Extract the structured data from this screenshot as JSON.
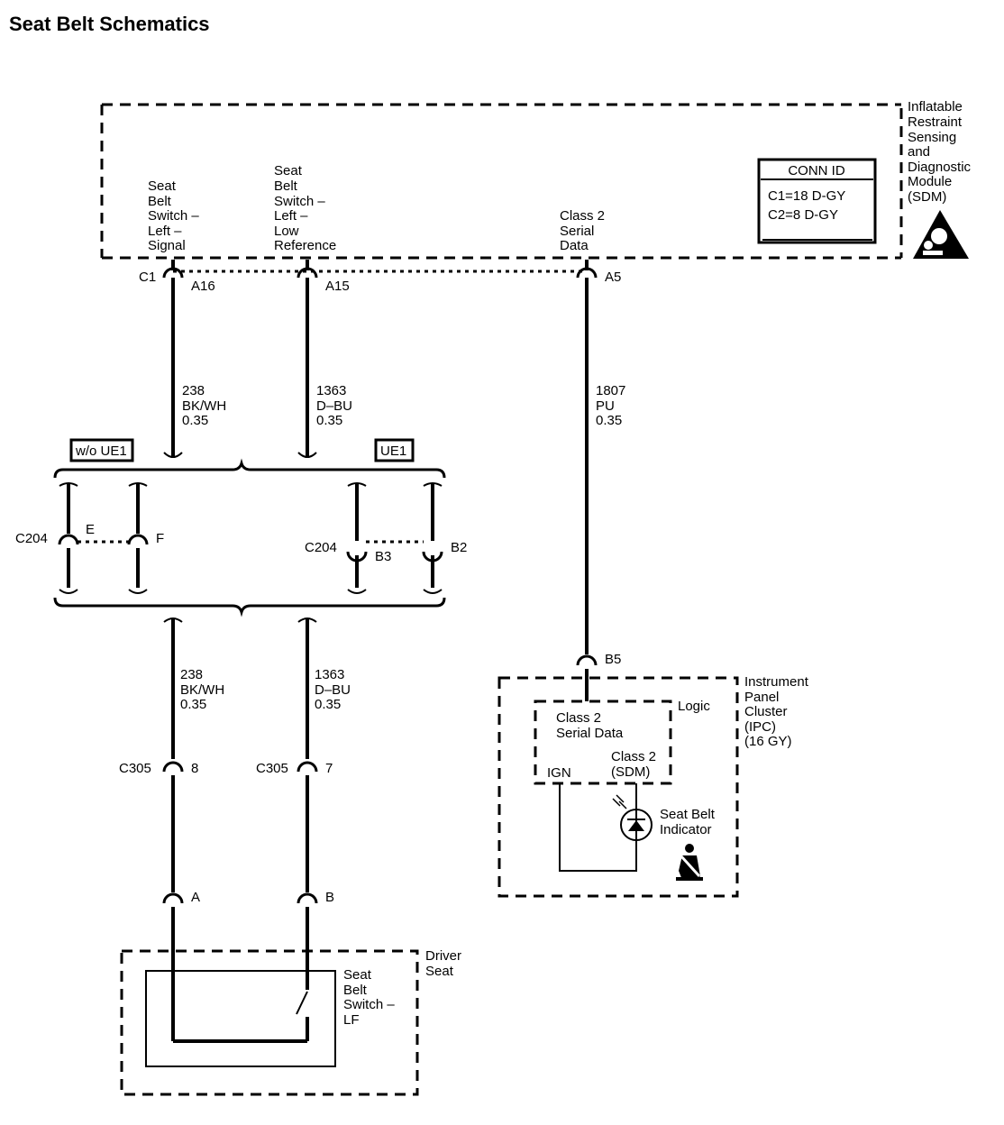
{
  "title": "Seat Belt Schematics",
  "sdm": {
    "label_lines": [
      "Inflatable",
      "Restraint",
      "Sensing",
      "and",
      "Diagnostic",
      "Module",
      "(SDM)"
    ],
    "conn_id": {
      "title": "CONN ID",
      "lines": [
        "C1=18 D-GY",
        "C2=8 D-GY"
      ]
    },
    "pin_labels": {
      "seat_belt_switch_left_signal": [
        "Seat",
        "Belt",
        "Switch –",
        "Left –",
        "Signal"
      ],
      "seat_belt_switch_left_low_reference": [
        "Seat",
        "Belt",
        "Switch –",
        "Left –",
        "Low",
        "Reference"
      ],
      "class2_serial_data": [
        "Class 2",
        "Serial",
        "Data"
      ]
    },
    "connector": "C1",
    "pins": [
      "A16",
      "A15",
      "A5"
    ]
  },
  "wires": {
    "w238_top": [
      "238",
      "BK/WH",
      "0.35"
    ],
    "w1363_top": [
      "1363",
      "D–BU",
      "0.35"
    ],
    "w1807": [
      "1807",
      "PU",
      "0.35"
    ],
    "w238_bottom": [
      "238",
      "BK/WH",
      "0.35"
    ],
    "w1363_bottom": [
      "1363",
      "D–BU",
      "0.35"
    ]
  },
  "options": {
    "left": "w/o UE1",
    "right": "UE1"
  },
  "c204": {
    "left_connector": "C204",
    "left_pins": [
      "E",
      "F"
    ],
    "right_connector": "C204",
    "right_pins": [
      "B3",
      "B2"
    ]
  },
  "c305": {
    "connector": "C305",
    "pins": [
      "8",
      "7"
    ]
  },
  "driver_seat": {
    "pins": [
      "A",
      "B"
    ],
    "label_lines": [
      "Driver",
      "Seat"
    ],
    "switch_label_lines": [
      "Seat",
      "Belt",
      "Switch –",
      "LF"
    ]
  },
  "ipc": {
    "pin": "B5",
    "label_lines": [
      "Instrument",
      "Panel",
      "Cluster",
      "(IPC)",
      "(16 GY)"
    ],
    "logic": "Logic",
    "serial_data_lines": [
      "Class 2",
      "Serial Data"
    ],
    "ign": "IGN",
    "class2_sdm_lines": [
      "Class 2",
      "(SDM)"
    ],
    "indicator_lines": [
      "Seat Belt",
      "Indicator"
    ]
  },
  "icons": [
    "airbag-warning-icon",
    "seat-belt-icon",
    "led-light-icon"
  ]
}
